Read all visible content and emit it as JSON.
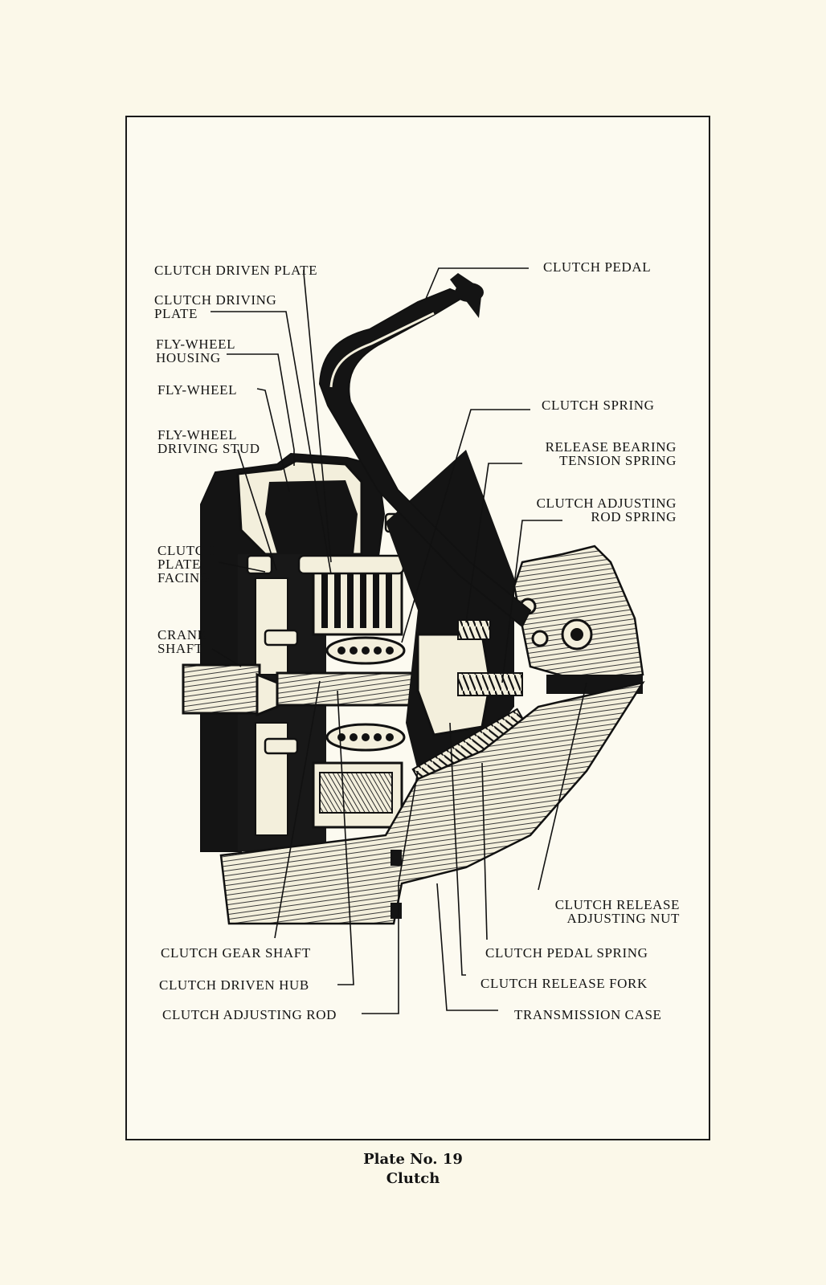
{
  "labels_left": {
    "driven_plate": "CLUTCH DRIVEN PLATE",
    "driving_plate_1": "CLUTCH DRIVING",
    "driving_plate_2": "PLATE",
    "flywheel_housing_1": "FLY-WHEEL",
    "flywheel_housing_2": "HOUSING",
    "flywheel": "FLY-WHEEL",
    "driving_stud_1": "FLY-WHEEL",
    "driving_stud_2": "DRIVING STUD",
    "plate_facing_1": "CLUTCH",
    "plate_facing_2": "PLATE",
    "plate_facing_3": "FACING",
    "crank_shaft_1": "CRANK",
    "crank_shaft_2": "SHAFT",
    "gear_shaft": "CLUTCH GEAR SHAFT",
    "driven_hub": "CLUTCH DRIVEN HUB",
    "adjusting_rod": "CLUTCH ADJUSTING ROD"
  },
  "labels_right": {
    "pedal": "CLUTCH PEDAL",
    "spring": "CLUTCH SPRING",
    "release_bearing_1": "RELEASE BEARING",
    "release_bearing_2": "TENSION SPRING",
    "adjusting_rod_spring_1": "CLUTCH ADJUSTING",
    "adjusting_rod_spring_2": "ROD SPRING",
    "release_nut_1": "CLUTCH RELEASE",
    "release_nut_2": "ADJUSTING NUT",
    "pedal_spring": "CLUTCH PEDAL SPRING",
    "release_fork": "CLUTCH RELEASE FORK",
    "transmission_case": "TRANSMISSION CASE"
  },
  "caption": {
    "plate_number": "Plate No. 19",
    "title": "Clutch"
  }
}
